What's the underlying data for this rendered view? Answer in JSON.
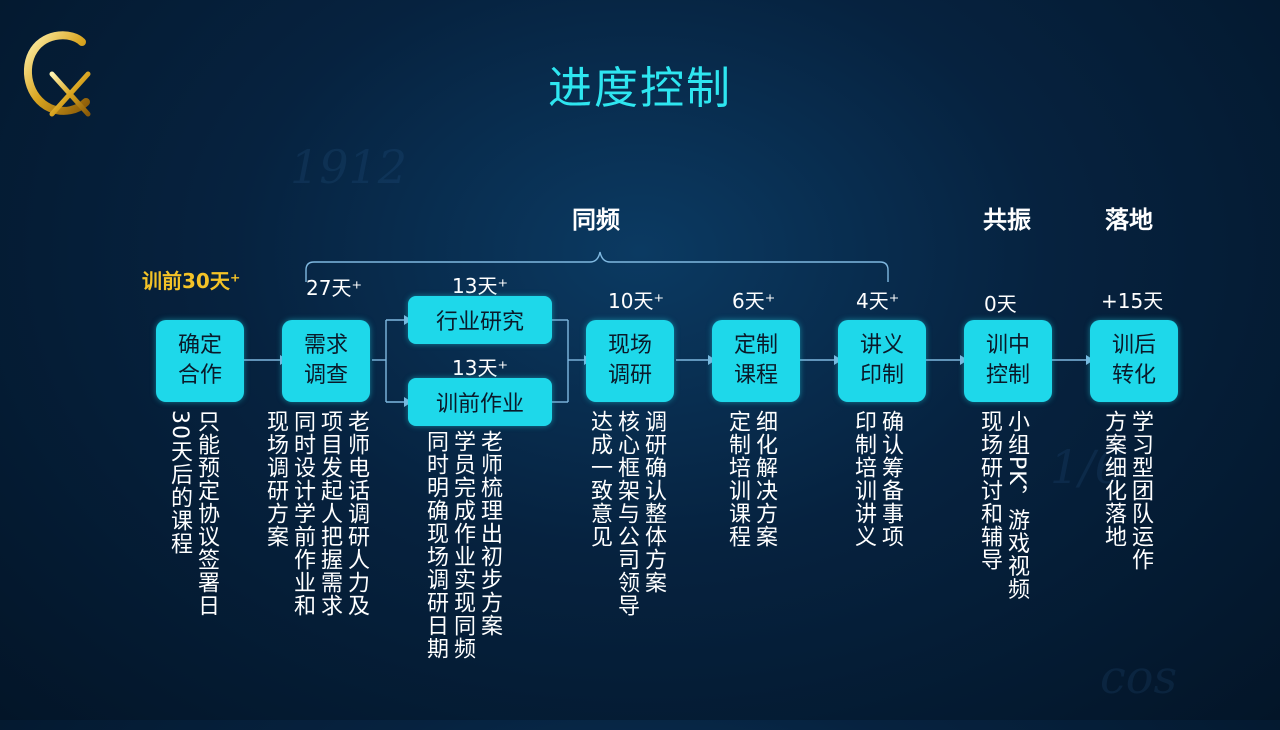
{
  "title": "进度控制",
  "stage_labels": {
    "tongpin": "同频",
    "gongzhen": "共振",
    "luodi": "落地"
  },
  "pre_label": "训前30天⁺",
  "days": [
    "27天⁺",
    "13天⁺",
    "13天⁺",
    "10天⁺",
    "6天⁺",
    "4天⁺",
    "0天",
    "+15天"
  ],
  "steps": [
    {
      "line1": "确定",
      "line2": "合作",
      "desc": [
        "只能预定协议签署日",
        "30天后的课程"
      ]
    },
    {
      "line1": "需求",
      "line2": "调查",
      "desc": [
        "老师电话调研人力及",
        "项目发起人把握需求",
        "同时设计学前作业和",
        "现场调研方案"
      ]
    },
    {
      "label": "行业研究"
    },
    {
      "label": "训前作业",
      "desc": [
        "老师梳理出初步方案",
        "学员完成作业实现同频",
        "同时明确现场调研日期"
      ]
    },
    {
      "line1": "现场",
      "line2": "调研",
      "desc": [
        "调研确认整体方案",
        "核心框架与公司领导",
        "达成一致意见"
      ]
    },
    {
      "line1": "定制",
      "line2": "课程",
      "desc": [
        "细化解决方案",
        "定制培训课程"
      ]
    },
    {
      "line1": "讲义",
      "line2": "印制",
      "desc": [
        "确认筹备事项",
        "印制培训讲义"
      ]
    },
    {
      "line1": "训中",
      "line2": "控制",
      "desc": [
        "小组PK，游戏视频",
        "现场研讨和辅导"
      ]
    },
    {
      "line1": "训后",
      "line2": "转化",
      "desc": [
        "学习型团队运作",
        "方案细化落地"
      ]
    }
  ],
  "colors": {
    "accent": "#1ed8ea",
    "title": "#2ee6f0",
    "highlight": "#f4c327"
  }
}
